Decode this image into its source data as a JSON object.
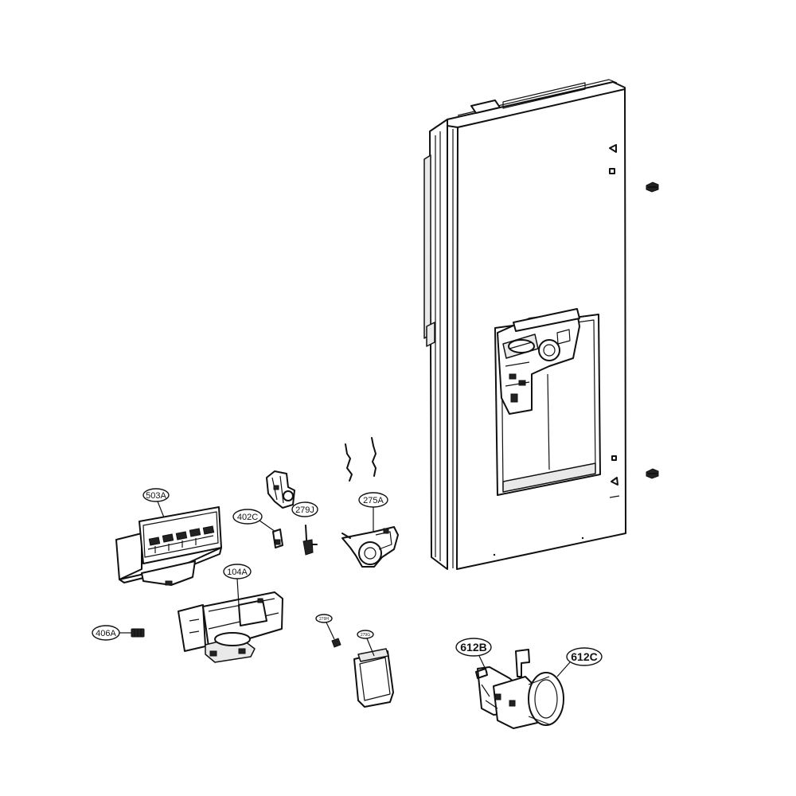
{
  "parts": {
    "p503A": "503A",
    "p402C": "402C",
    "p279J": "279J",
    "p275A": "275A",
    "p104A": "104A",
    "p406A": "406A",
    "p279H": "279H",
    "p279G": "279G",
    "p612B": "612B",
    "p612C": "612C"
  }
}
